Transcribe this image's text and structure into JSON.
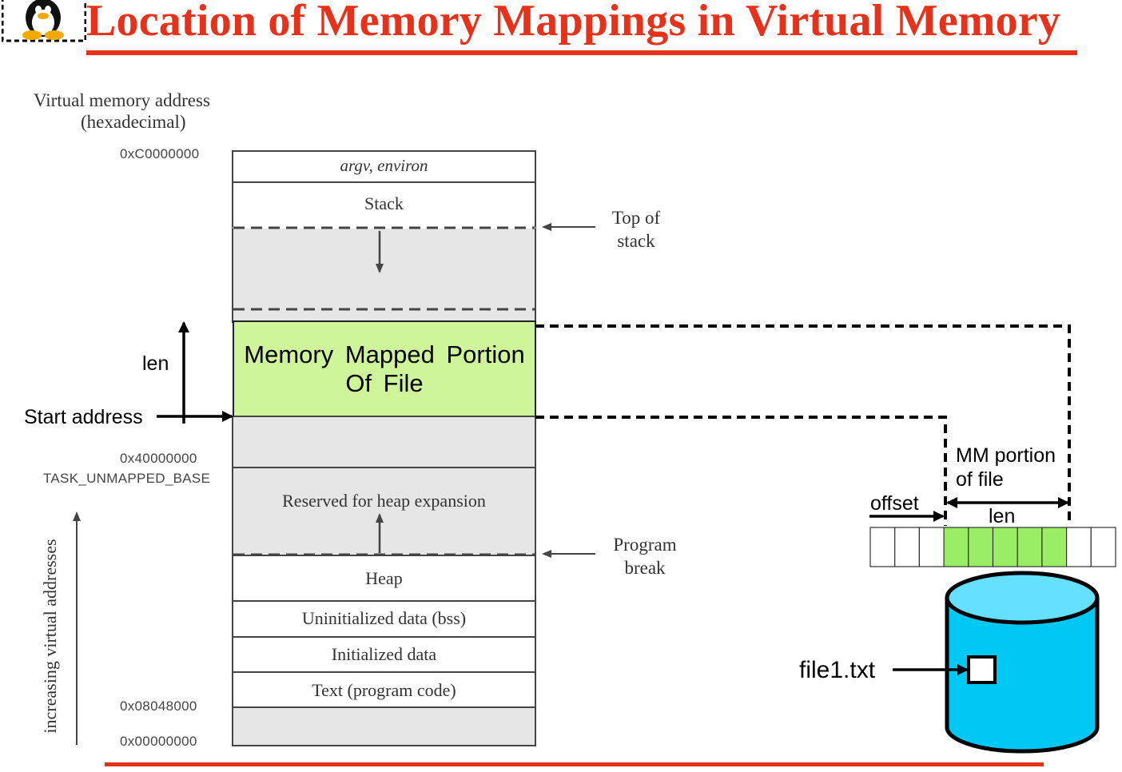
{
  "title": "Location of Memory Mappings in Virtual Memory",
  "colors": {
    "title": "#e8311a",
    "rule": "#e8311a",
    "mapped_region": "#cff59b",
    "gray_region": "#e6e6e6",
    "file_block_mapped": "#99ee66",
    "cylinder": "#00c8f5",
    "cylinder_top": "#66e0ff"
  },
  "logo": {
    "icon": "penguin-logo-icon"
  },
  "axis_heading": {
    "line1": "Virtual memory address",
    "line2": "(hexadecimal)"
  },
  "addresses": {
    "top": "0xC0000000",
    "mid": "0x40000000",
    "mid_name": "TASK_UNMAPPED_BASE",
    "text_start": "0x08048000",
    "zero": "0x00000000"
  },
  "vertical_axis_label": "increasing virtual addresses",
  "segments": {
    "argv": "argv, environ",
    "stack": "Stack",
    "mmap": "Memory Mapped Portion Of File",
    "reserved": "Reserved for heap expansion",
    "heap": "Heap",
    "bss": "Uninitialized data (bss)",
    "data": "Initialized data",
    "text": "Text (program code)"
  },
  "annotations": {
    "top_of_stack": "Top of stack",
    "program_break": "Program break",
    "len_left": "len",
    "start_address": "Start address",
    "mm_portion": "MM portion of file",
    "offset": "offset",
    "len_right": "len",
    "file_name": "file1.txt"
  },
  "file_blocks": {
    "total": 10,
    "mapped": [
      3,
      4,
      5,
      6,
      7
    ]
  }
}
